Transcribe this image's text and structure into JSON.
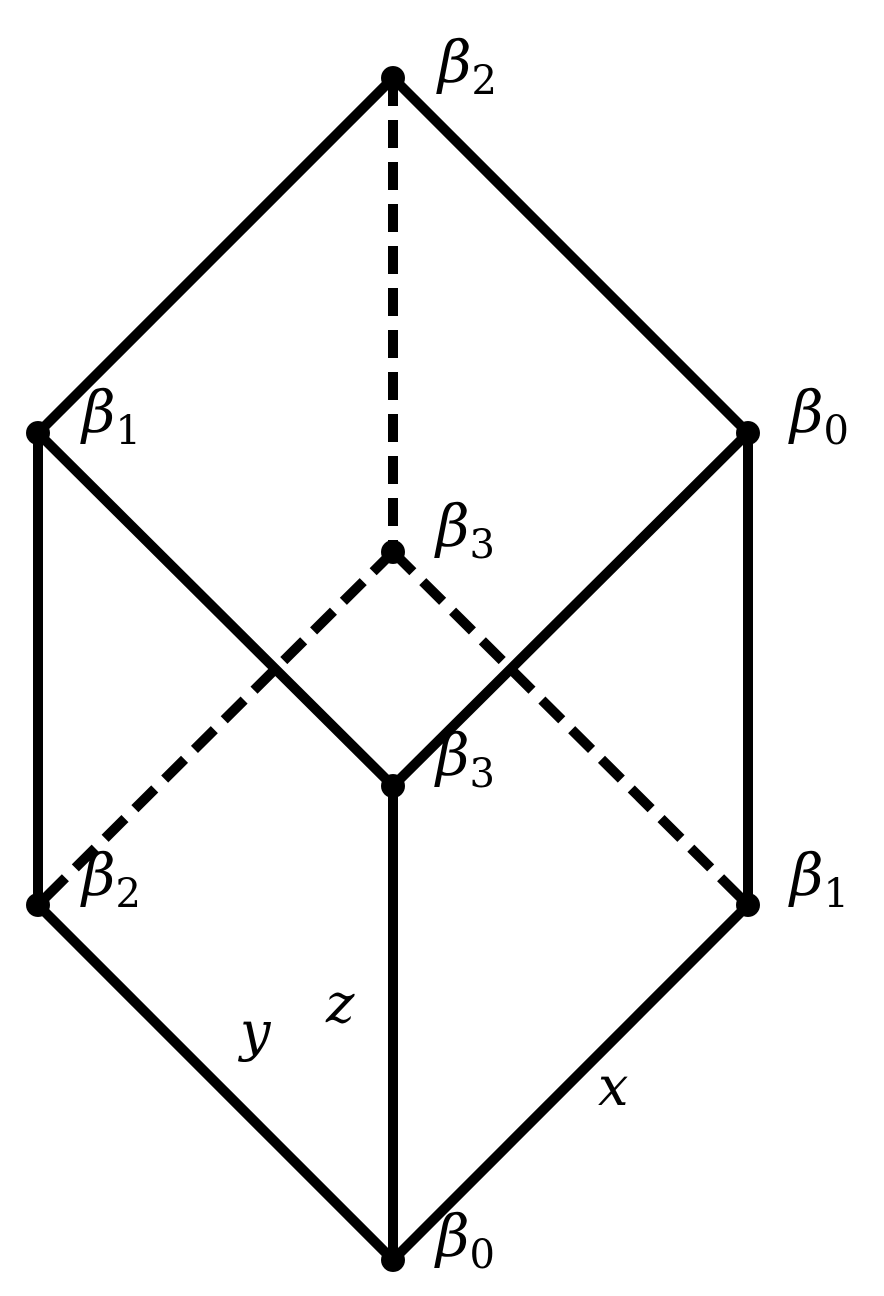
{
  "diagram": {
    "vertices": {
      "top": {
        "symbol": "β",
        "index": "2"
      },
      "upper_left": {
        "symbol": "β",
        "index": "1"
      },
      "upper_right": {
        "symbol": "β",
        "index": "0"
      },
      "center_back": {
        "symbol": "β",
        "index": "3"
      },
      "center_front": {
        "symbol": "β",
        "index": "3"
      },
      "lower_left": {
        "symbol": "β",
        "index": "2"
      },
      "lower_right": {
        "symbol": "β",
        "index": "1"
      },
      "bottom": {
        "symbol": "β",
        "index": "0"
      }
    },
    "edge_labels": {
      "x": "x",
      "y": "y",
      "z": "z"
    },
    "colors": {
      "line": "#000000",
      "background": "#ffffff"
    }
  }
}
